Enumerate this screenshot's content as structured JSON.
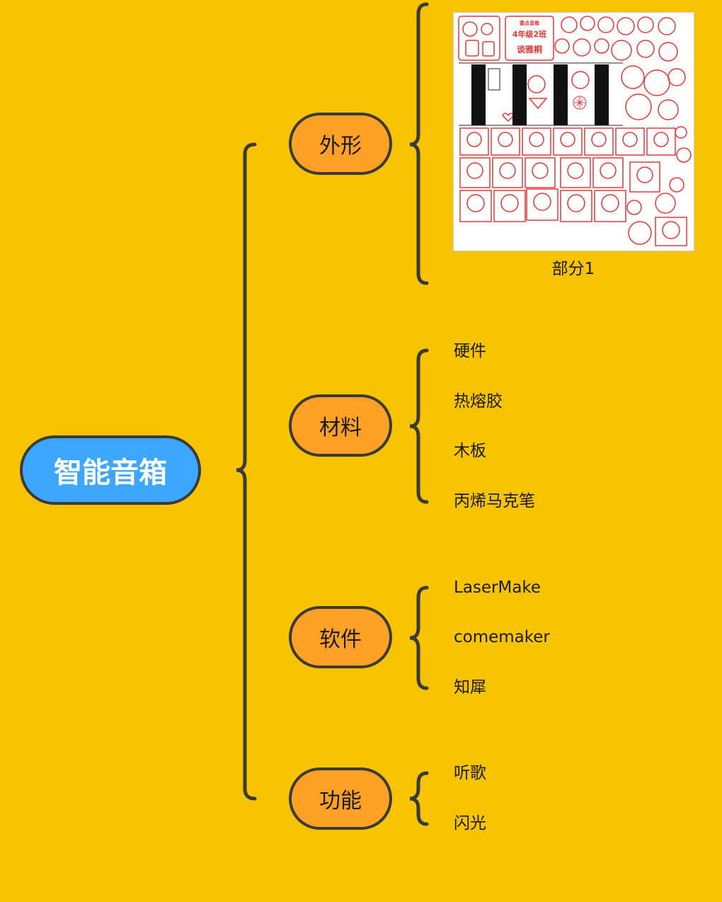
{
  "root": {
    "label": "智能音箱"
  },
  "branches": [
    {
      "label": "外形",
      "image_caption": "部分1",
      "image_texts": [
        "雷点音箱",
        "4年级2班",
        "谈雅桐"
      ]
    },
    {
      "label": "材料",
      "items": [
        "硬件",
        "热熔胶",
        "木板",
        "丙烯马克笔"
      ]
    },
    {
      "label": "软件",
      "items": [
        "LaserMake",
        "comemaker",
        "知犀"
      ]
    },
    {
      "label": "功能",
      "items": [
        "听歌",
        "闪光"
      ]
    }
  ],
  "colors": {
    "background": "#F8C300",
    "root_fill": "#3DA6FF",
    "branch_fill": "#FFA125",
    "line": "#3a3a3a",
    "image_stroke": "#E53935"
  }
}
